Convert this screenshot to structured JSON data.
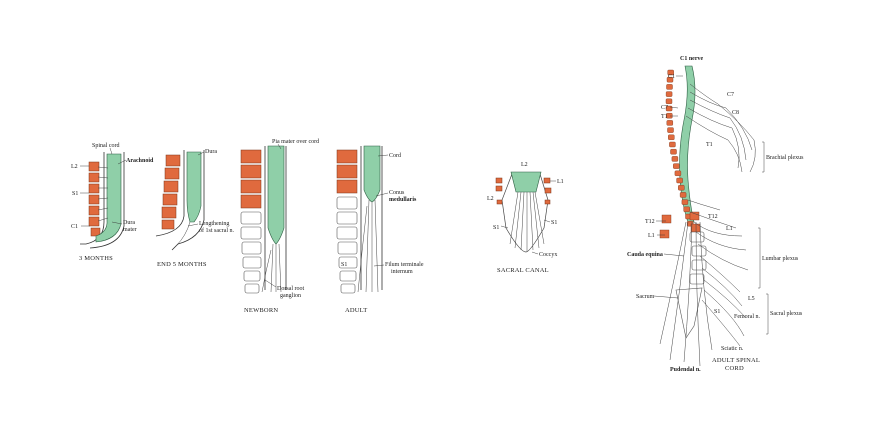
{
  "colors": {
    "vertebra": "#e06a3e",
    "cord": "#8fcfa8",
    "outline": "#333333"
  },
  "panels": {
    "three_months": {
      "caption": "3 MONTHS",
      "labels": {
        "spinal_cord": "Spinal cord",
        "arachnoid": "Arachnoid",
        "l2": "L2",
        "s1": "S1",
        "c1": "C1",
        "dura_mater_1": "Dura",
        "dura_mater_2": "mater"
      }
    },
    "end_5_months": {
      "caption": "END 5 MONTHS",
      "labels": {
        "dura": "Dura",
        "lengthening_1": "Lengthening",
        "lengthening_2": "of 1st sacral n."
      }
    },
    "newborn": {
      "caption": "NEWBORN",
      "labels": {
        "pia_mater": "Pia mater over cord",
        "dorsal_root_1": "Dorsal root",
        "dorsal_root_2": "ganglion"
      }
    },
    "adult": {
      "caption": "ADULT",
      "labels": {
        "cord": "Cord",
        "conus_1": "Conus",
        "conus_2": "medullaris",
        "s1": "S1",
        "filum_1": "Filum terminale",
        "filum_2": "internum"
      }
    },
    "sacral_canal": {
      "caption": "SACRAL CANAL",
      "labels": {
        "l2_top": "L2",
        "l1_right": "L1",
        "l2_left": "L2",
        "s1_right": "S1",
        "s1_left": "S1",
        "coccyx": "Coccyx"
      }
    },
    "adult_spinal_cord": {
      "caption_1": "ADULT SPINAL",
      "caption_2": "CORD",
      "labels": {
        "c1_nerve": "C1 nerve",
        "c1": "C1",
        "c7_right": "C7",
        "c8": "C8",
        "c7_left": "C7",
        "t1_left": "T1",
        "t1_right": "T1",
        "brachial_plexus": "Brachial plexus",
        "t12_right": "T12",
        "t12_left": "T12",
        "l1_right": "L1",
        "l1_left": "L1",
        "cauda_equina": "Cauda equina",
        "lumbar_plexus": "Lumbar plexus",
        "sacrum": "Sacrum",
        "l5": "L5",
        "s1": "S1",
        "sacral_plexus": "Sacral plexus",
        "femoral": "Femoral n.",
        "sciatic": "Sciatic n.",
        "pudendal": "Pudendal n."
      }
    }
  }
}
